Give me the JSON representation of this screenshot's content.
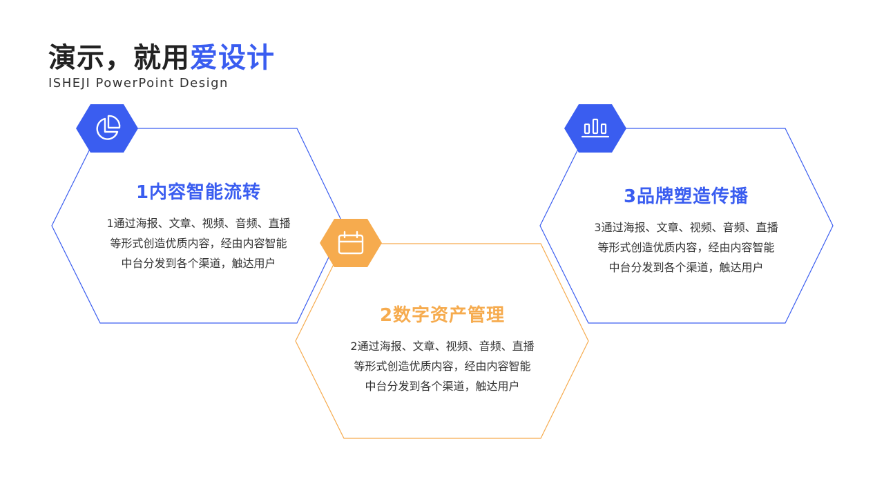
{
  "header": {
    "title_main": "演示，就用",
    "title_accent": "爱设计",
    "subtitle": "ISHEJI  PowerPoint  Design"
  },
  "colors": {
    "blue": "#3a5df0",
    "orange": "#f6ab4e",
    "text": "#333333"
  },
  "cards": [
    {
      "title": "1内容智能流转",
      "lines": [
        "1通过海报、文章、视频、音频、直播",
        "等形式创造优质内容，经由内容智能",
        "中台分发到各个渠道，触达用户"
      ],
      "icon": "pie-chart-icon"
    },
    {
      "title": "2数字资产管理",
      "lines": [
        "2通过海报、文章、视频、音频、直播",
        "等形式创造优质内容，经由内容智能",
        "中台分发到各个渠道，触达用户"
      ],
      "icon": "calendar-icon"
    },
    {
      "title": "3品牌塑造传播",
      "lines": [
        "3通过海报、文章、视频、音频、直播",
        "等形式创造优质内容，经由内容智能",
        "中台分发到各个渠道，触达用户"
      ],
      "icon": "bar-chart-icon"
    }
  ]
}
